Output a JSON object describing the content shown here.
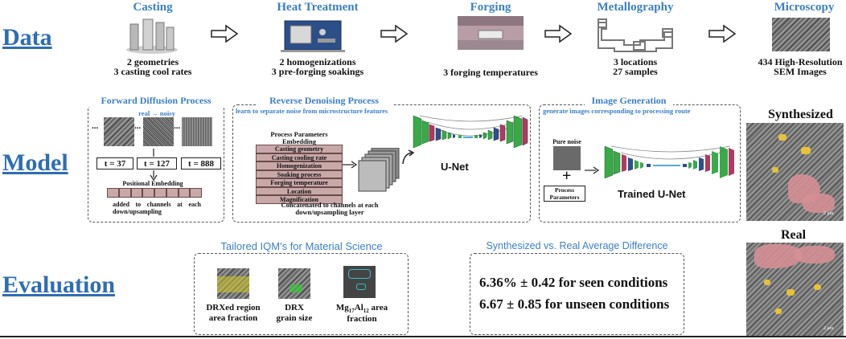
{
  "rows": {
    "data": "Data",
    "model": "Model",
    "evaluation": "Evaluation"
  },
  "stages": [
    {
      "title": "Casting",
      "caption1": "2 geometries",
      "caption2": "3 casting cool rates"
    },
    {
      "title": "Heat Treatment",
      "caption1": "2 homogenizations",
      "caption2": "3 pre-forging soakings"
    },
    {
      "title": "Forging",
      "caption1": "3 forging temperatures",
      "caption2": ""
    },
    {
      "title": "Metallography",
      "caption1": "3 locations",
      "caption2": "27 samples"
    },
    {
      "title": "Microscopy",
      "caption1": "434 High-Resolution",
      "caption2": "SEM Images"
    }
  ],
  "forward": {
    "title": "Forward Diffusion Process",
    "subtitle": "real → noisy",
    "dots": "...",
    "timesteps": [
      "t = 37",
      "t = 127",
      "t = 888"
    ],
    "embedding_title": "Positional Embedding",
    "note": "added to channels at each down/upsampling"
  },
  "reverse": {
    "title": "Reverse  Denoising Process",
    "subtitle": "learn to separate noise from microstructure features",
    "params_title": "Process Parameters Embedding",
    "params": [
      "Casting geometry",
      "Casting cooling rate",
      "Homogenization",
      "Soaking process",
      "Forging temperature",
      "Location",
      "Magnification"
    ],
    "note": "Concatenated to channels at each down/upsampling layer",
    "unet_label": "U-Net"
  },
  "generation": {
    "title": "Image Generation",
    "subtitle": "generate images corresponding to processing route",
    "pure_noise": "Pure noise",
    "plus": "+",
    "process_params": "Process Parameters",
    "trained_label": "Trained U-Net"
  },
  "images": {
    "synth_label": "Synthesized",
    "real_label": "Real",
    "scale": "2 μm"
  },
  "iqm": {
    "title": "Tailored IQM's for Material Science",
    "items": [
      {
        "line1": "DRXed region",
        "line2": "area fraction"
      },
      {
        "line1": "DRX",
        "line2": "grain size"
      },
      {
        "line1": "Mg",
        "sub1": "17",
        "mid": "Al",
        "sub2": "12",
        "tail": " area",
        "line2": "fraction"
      }
    ]
  },
  "diff": {
    "title": "Synthesized vs. Real Average Difference",
    "seen": "6.36%  ± 0.42 for seen conditions",
    "unseen": "6.67 ± 0.85 for unseen conditions"
  }
}
